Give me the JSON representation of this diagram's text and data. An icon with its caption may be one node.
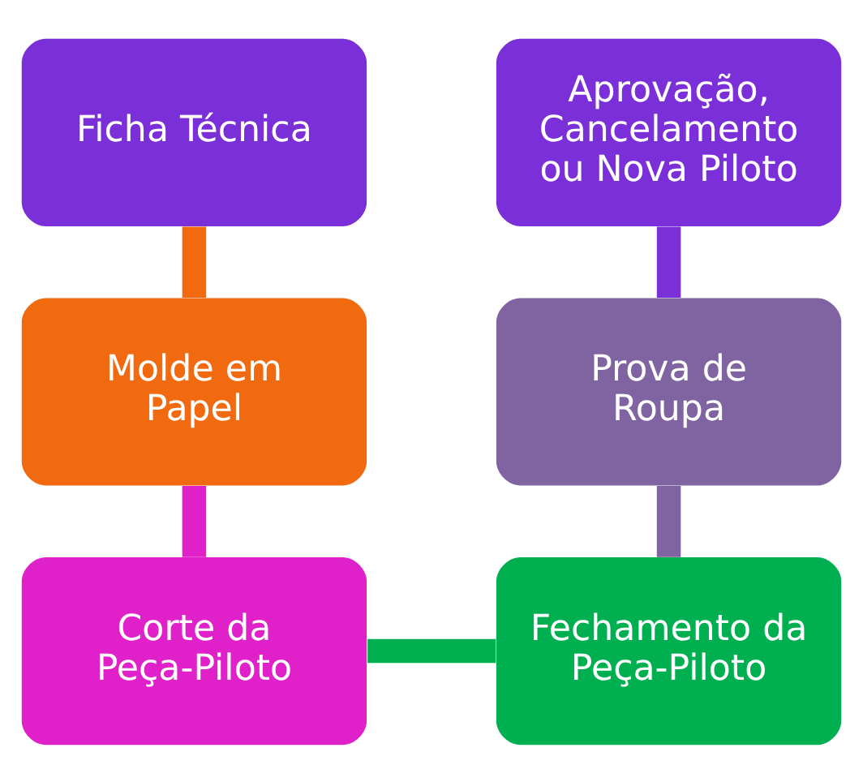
{
  "diagram": {
    "nodes": [
      {
        "text": [
          "Ficha Técnica"
        ]
      },
      {
        "text": [
          "Molde em Papel"
        ]
      },
      {
        "text": [
          "Corte da Peça-Piloto"
        ]
      },
      {
        "text": [
          "Fechamento da Peça-Piloto"
        ]
      },
      {
        "text": [
          "Prova de Roupa"
        ]
      },
      {
        "text": [
          "Aprovação, Cancelamento ou Nova Piloto"
        ]
      }
    ],
    "edges": [
      {
        "from": 0,
        "to": 1,
        "arrow": "none",
        "color": "#f26a10"
      },
      {
        "from": 1,
        "to": 2,
        "arrow": "none",
        "color": "#e020c8"
      },
      {
        "from": 2,
        "to": 3,
        "arrow": "none",
        "color": "#00b050"
      },
      {
        "from": 3,
        "to": 4,
        "arrow": "none",
        "color": "#8064a2"
      },
      {
        "from": 4,
        "to": 5,
        "arrow": "none",
        "color": "#7b2fd9"
      }
    ]
  }
}
